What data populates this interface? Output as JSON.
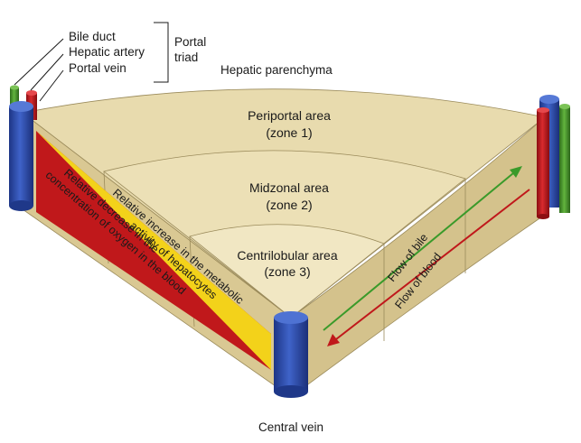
{
  "legend": {
    "bile_duct": "Bile duct",
    "hepatic_artery": "Hepatic artery",
    "portal_vein": "Portal vein",
    "portal_triad_line1": "Portal",
    "portal_triad_line2": "triad"
  },
  "hepatic_parenchyma": "Hepatic parenchyma",
  "zones": {
    "periportal": {
      "title": "Periportal area",
      "sub": "(zone 1)"
    },
    "midzonal": {
      "title": "Midzonal area",
      "sub": "(zone 2)"
    },
    "centrilobular": {
      "title": "Centrilobular area",
      "sub": "(zone 3)"
    }
  },
  "side_labels": {
    "metabolic_line1": "Relative increase in the metabolic",
    "metabolic_line2": "activity of hepatocytes",
    "oxygen_line1": "Relative decrease in the",
    "oxygen_line2": "concentration of oxygen in the blood"
  },
  "flows": {
    "bile": "Flow of bile",
    "blood": "Flow of blood"
  },
  "central_vein": "Central vein",
  "colors": {
    "bile_duct": "#4a9a2e",
    "hepatic_artery": "#c4161c",
    "portal_vein": "#2a47a8",
    "top_face": "#e7d9ac",
    "side_face": "#d9c893",
    "oxygen_band": "#c0181b",
    "metabolic_band": "#f3d21a"
  }
}
